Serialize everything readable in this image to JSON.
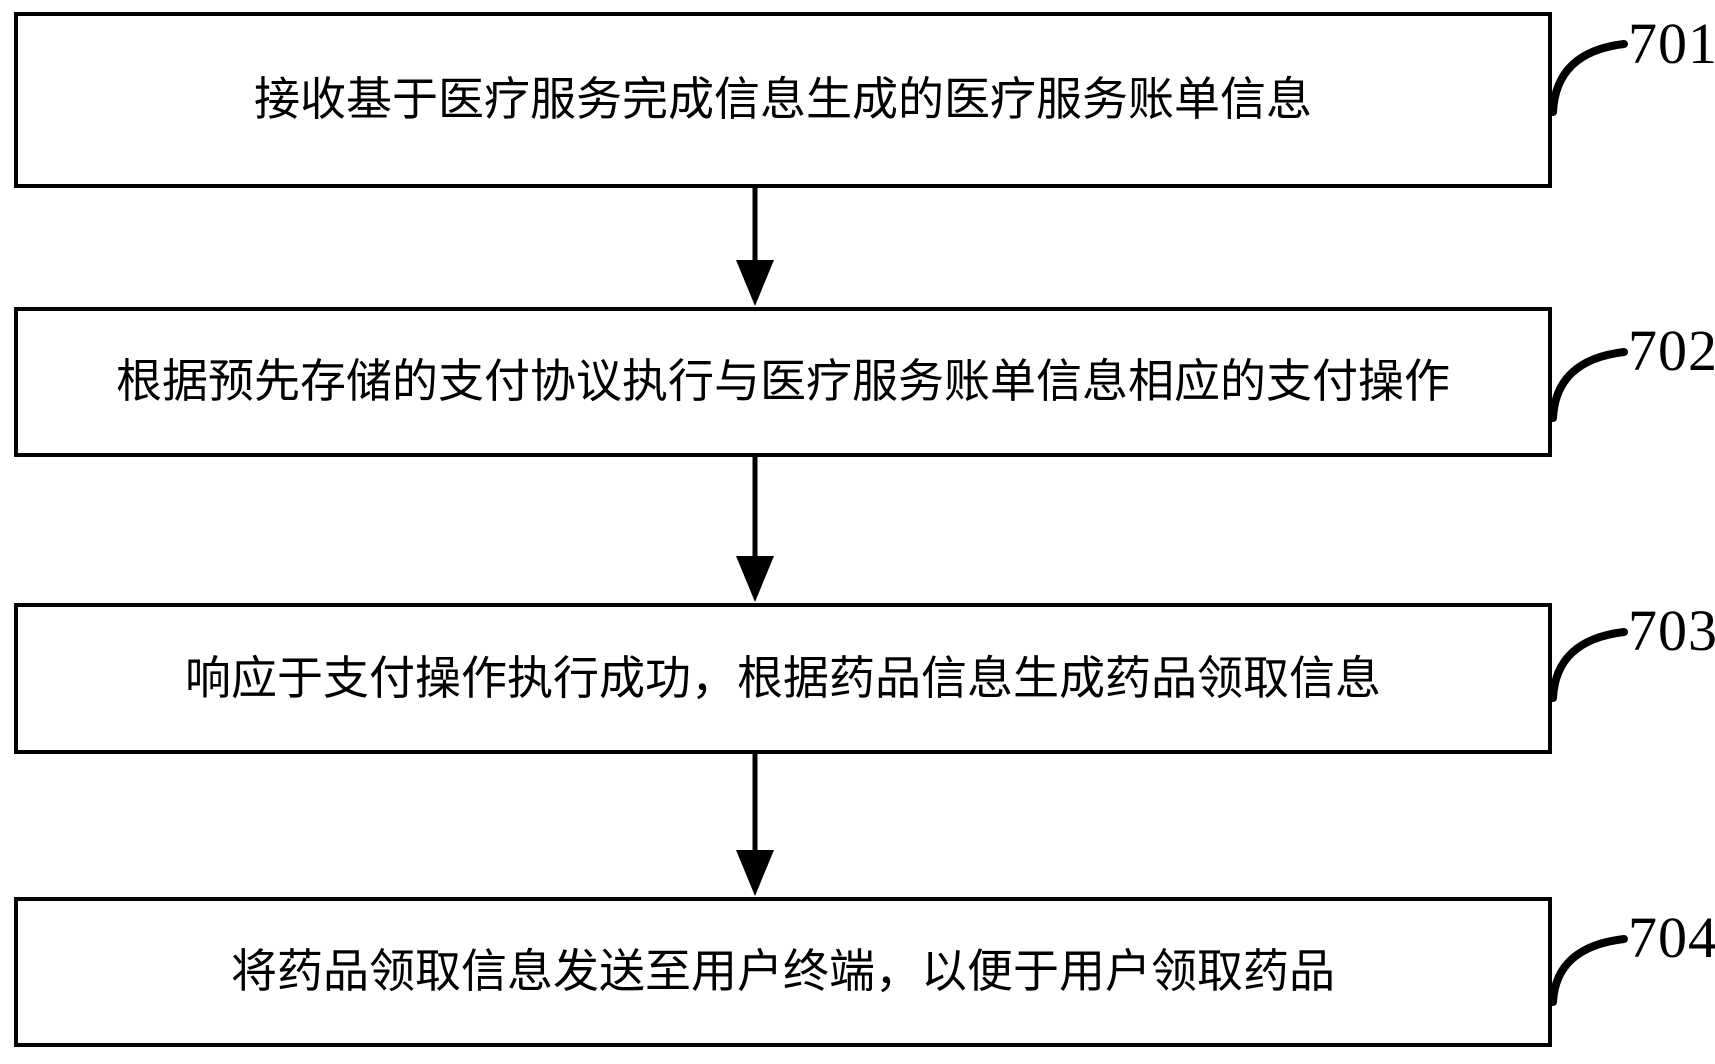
{
  "diagram": {
    "type": "flowchart",
    "direction": "top-down",
    "colors": {
      "line": "#000000",
      "text": "#000000",
      "background": "#ffffff"
    },
    "steps": [
      {
        "id": "701",
        "text": "接收基于医疗服务完成信息生成的医疗服务账单信息"
      },
      {
        "id": "702",
        "text": "根据预先存储的支付协议执行与医疗服务账单信息相应的支付操作"
      },
      {
        "id": "703",
        "text": "响应于支付操作执行成功，根据药品信息生成药品领取信息"
      },
      {
        "id": "704",
        "text": "将药品领取信息发送至用户终端，以便于用户领取药品"
      }
    ],
    "connections": [
      {
        "from": "701",
        "to": "702",
        "style": "arrow-down"
      },
      {
        "from": "702",
        "to": "703",
        "style": "arrow-down"
      },
      {
        "from": "703",
        "to": "704",
        "style": "arrow-down"
      }
    ]
  }
}
